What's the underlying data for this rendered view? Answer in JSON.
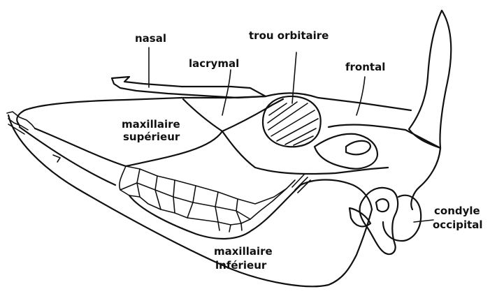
{
  "labels": {
    "nasal": "nasal",
    "lacrymal": "lacrymal",
    "trou_orbitaire": "trou orbitaire",
    "frontal": "frontal",
    "maxillaire_superieur_line1": "maxillaire",
    "maxillaire_superieur_line2": "supérieur",
    "maxillaire_inferieur_line1": "maxillaire",
    "maxillaire_inferieur_line2": "inférieur",
    "condyle_line1": "condyle",
    "condyle_line2": "occipital"
  },
  "colors": {
    "ink": "#111111",
    "paper": "#ffffff"
  }
}
